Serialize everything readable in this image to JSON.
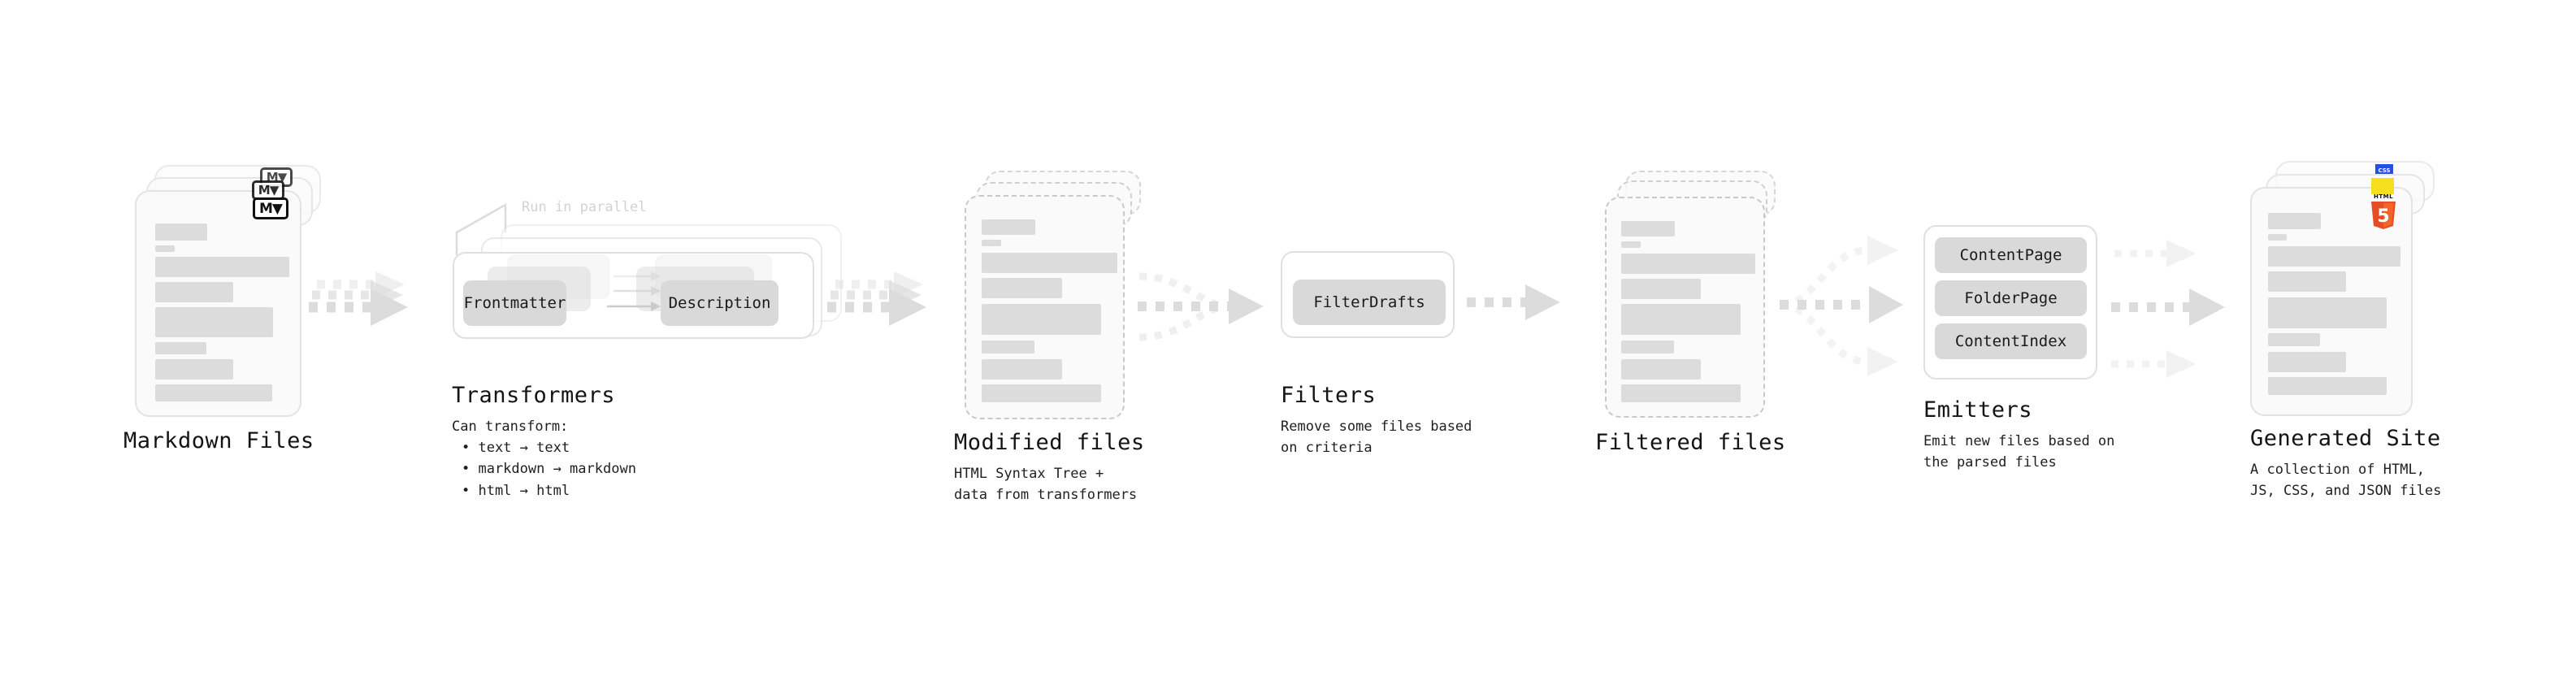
{
  "diagram": {
    "type": "pipeline-flow",
    "stages": [
      {
        "id": "markdown-files",
        "title": "Markdown Files",
        "caption": "",
        "badge": "markdown-badge",
        "badge_text": "M",
        "card_style": "solid-stacked"
      },
      {
        "id": "transformers",
        "title": "Transformers",
        "caption": "Can transform:",
        "annotation": "Run in parallel",
        "chips": [
          "Frontmatter",
          "Description"
        ],
        "bullets": [
          "• text → text",
          "• markdown → markdown",
          "• html → html"
        ],
        "card_style": "group-stacked"
      },
      {
        "id": "modified-files",
        "title": "Modified files",
        "caption": "HTML Syntax Tree +\ndata from transformers",
        "card_style": "dashed-stacked"
      },
      {
        "id": "filters",
        "title": "Filters",
        "caption": "Remove some files based\non criteria",
        "chips": [
          "FilterDrafts"
        ],
        "card_style": "group"
      },
      {
        "id": "filtered-files",
        "title": "Filtered files",
        "caption": "",
        "card_style": "dashed-stacked"
      },
      {
        "id": "emitters",
        "title": "Emitters",
        "caption": "Emit new files based on\nthe parsed files",
        "chips": [
          "ContentPage",
          "FolderPage",
          "ContentIndex"
        ],
        "card_style": "group"
      },
      {
        "id": "generated-site",
        "title": "Generated Site",
        "caption": "A collection of HTML,\nJS, CSS, and JSON files",
        "badges": [
          "html5-badge",
          "js-badge",
          "css-badge"
        ],
        "badge_css_text": "CSS",
        "badge_html_text": "HTML",
        "badge_html_digit": "5",
        "card_style": "solid-stacked"
      }
    ],
    "connectors": [
      {
        "id": "md-to-transformers",
        "style": "dashed-arrow-stacked"
      },
      {
        "id": "transformers-to-modified",
        "style": "dashed-arrow-stacked"
      },
      {
        "id": "modified-to-filters",
        "style": "dashed-arrow-converge"
      },
      {
        "id": "filters-to-filtered",
        "style": "dashed-arrow"
      },
      {
        "id": "filtered-to-emitters",
        "style": "dashed-arrow-fanout"
      },
      {
        "id": "emitters-to-site",
        "style": "dashed-arrow-triple"
      }
    ],
    "colors": {
      "chip_fill": "#d9d9d9",
      "skeleton": "#dcdcdc",
      "card_border": "#e3e3e3",
      "dashed_border": "#c9c9c9",
      "arrow": "#dcdcdc",
      "text": "#141414",
      "annotation": "#d2d2d2",
      "html5_orange": "#e44d26",
      "js_yellow": "#f7df1e",
      "css_blue": "#264de4"
    }
  }
}
